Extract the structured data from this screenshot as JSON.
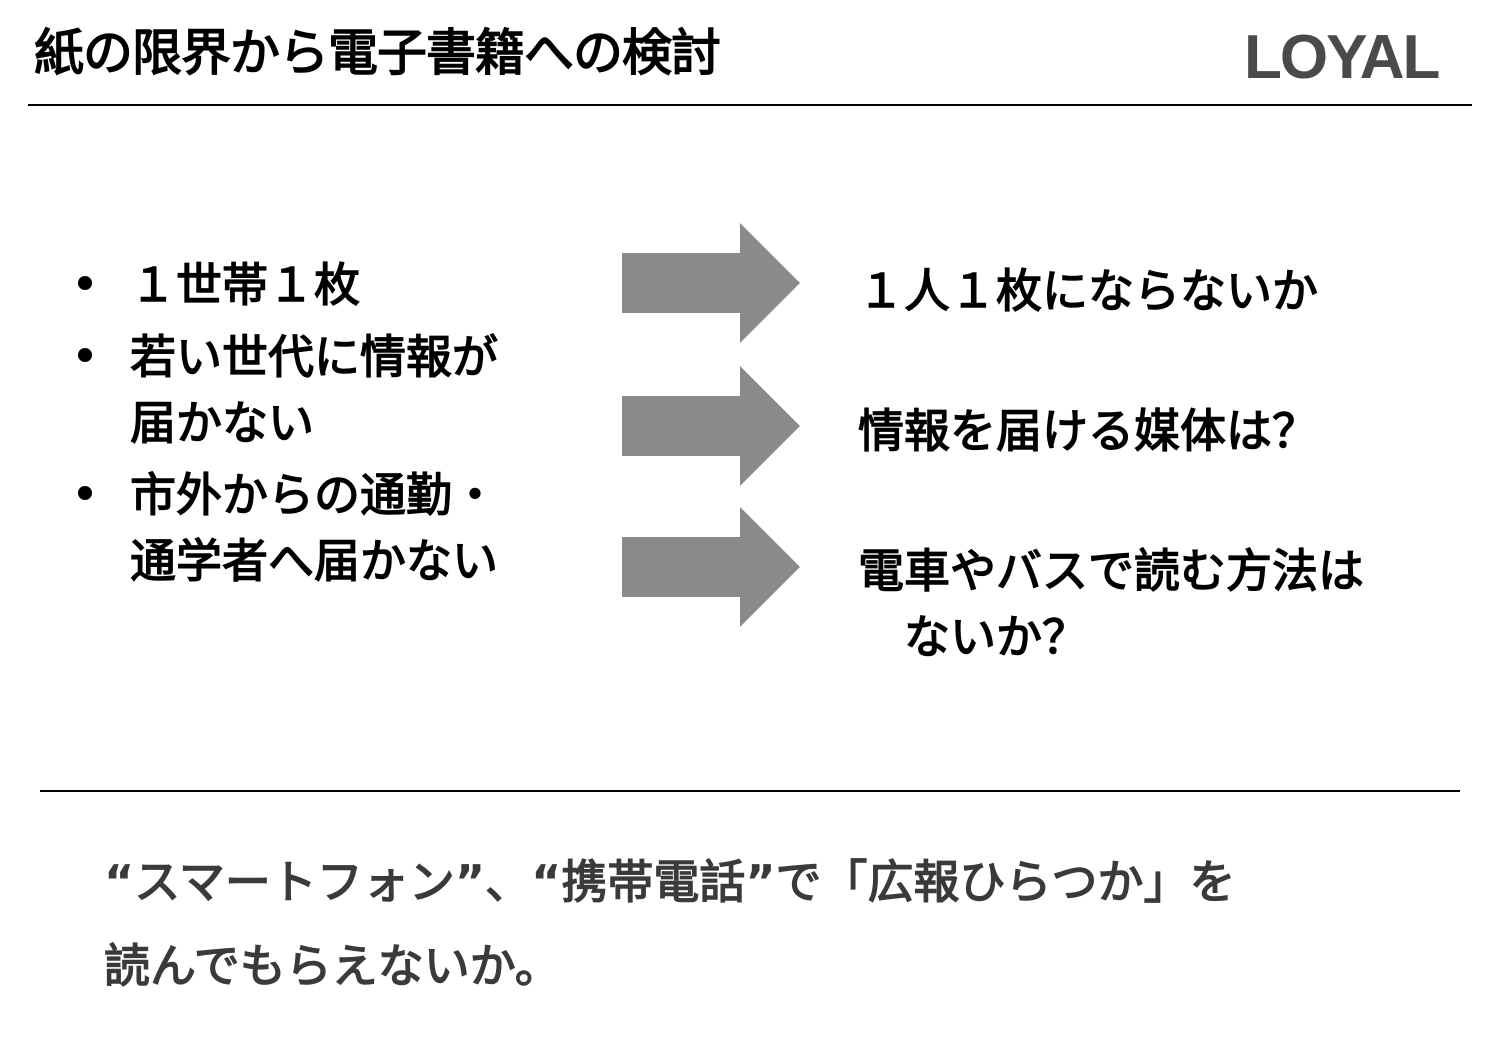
{
  "header": {
    "title": "紙の限界から電子書籍への検討",
    "logo_text": "LOYAL"
  },
  "bullets": [
    {
      "text": "１世帯１枚"
    },
    {
      "text": "若い世代に情報が\n届かない"
    },
    {
      "text": "市外からの通勤・\n通学者へ届かない"
    }
  ],
  "results": [
    {
      "text": "１人１枚にならないか"
    },
    {
      "text": "情報を届ける媒体は？"
    },
    {
      "text": "電車やバスで読む方法は\n　ないか？"
    }
  ],
  "footer": {
    "text": "“スマートフォン”、“携帯電話”で「広報ひらつか」を\n読んでもらえないか。"
  },
  "colors": {
    "arrow_fill": "#8a8a8a",
    "logo": "#4a4a4a",
    "footer_text": "#3a3a3a"
  }
}
